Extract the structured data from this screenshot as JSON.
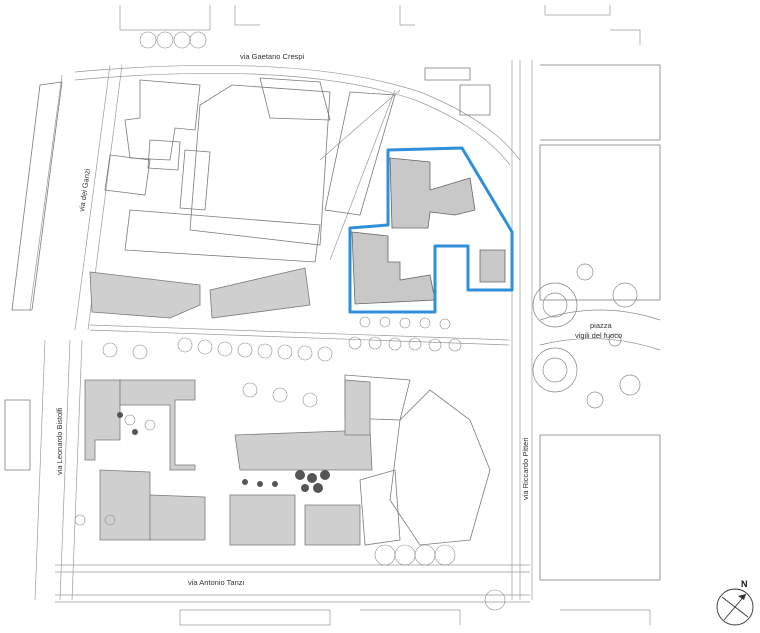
{
  "streets": {
    "north": "via Gaetano Crespi",
    "west_upper": "via dei Ganzi",
    "west_lower": "via Leonardo Bistolfi",
    "east": "via Riccardo Pitteri",
    "south": "via Antonio Tanzi"
  },
  "square": {
    "line1": "piazza",
    "line2": "vigili del fuoco"
  },
  "north_arrow": "N",
  "colors": {
    "building": "#cfcfcf",
    "outline": "#8a8a8a",
    "highlight": "#2f8fd8"
  }
}
